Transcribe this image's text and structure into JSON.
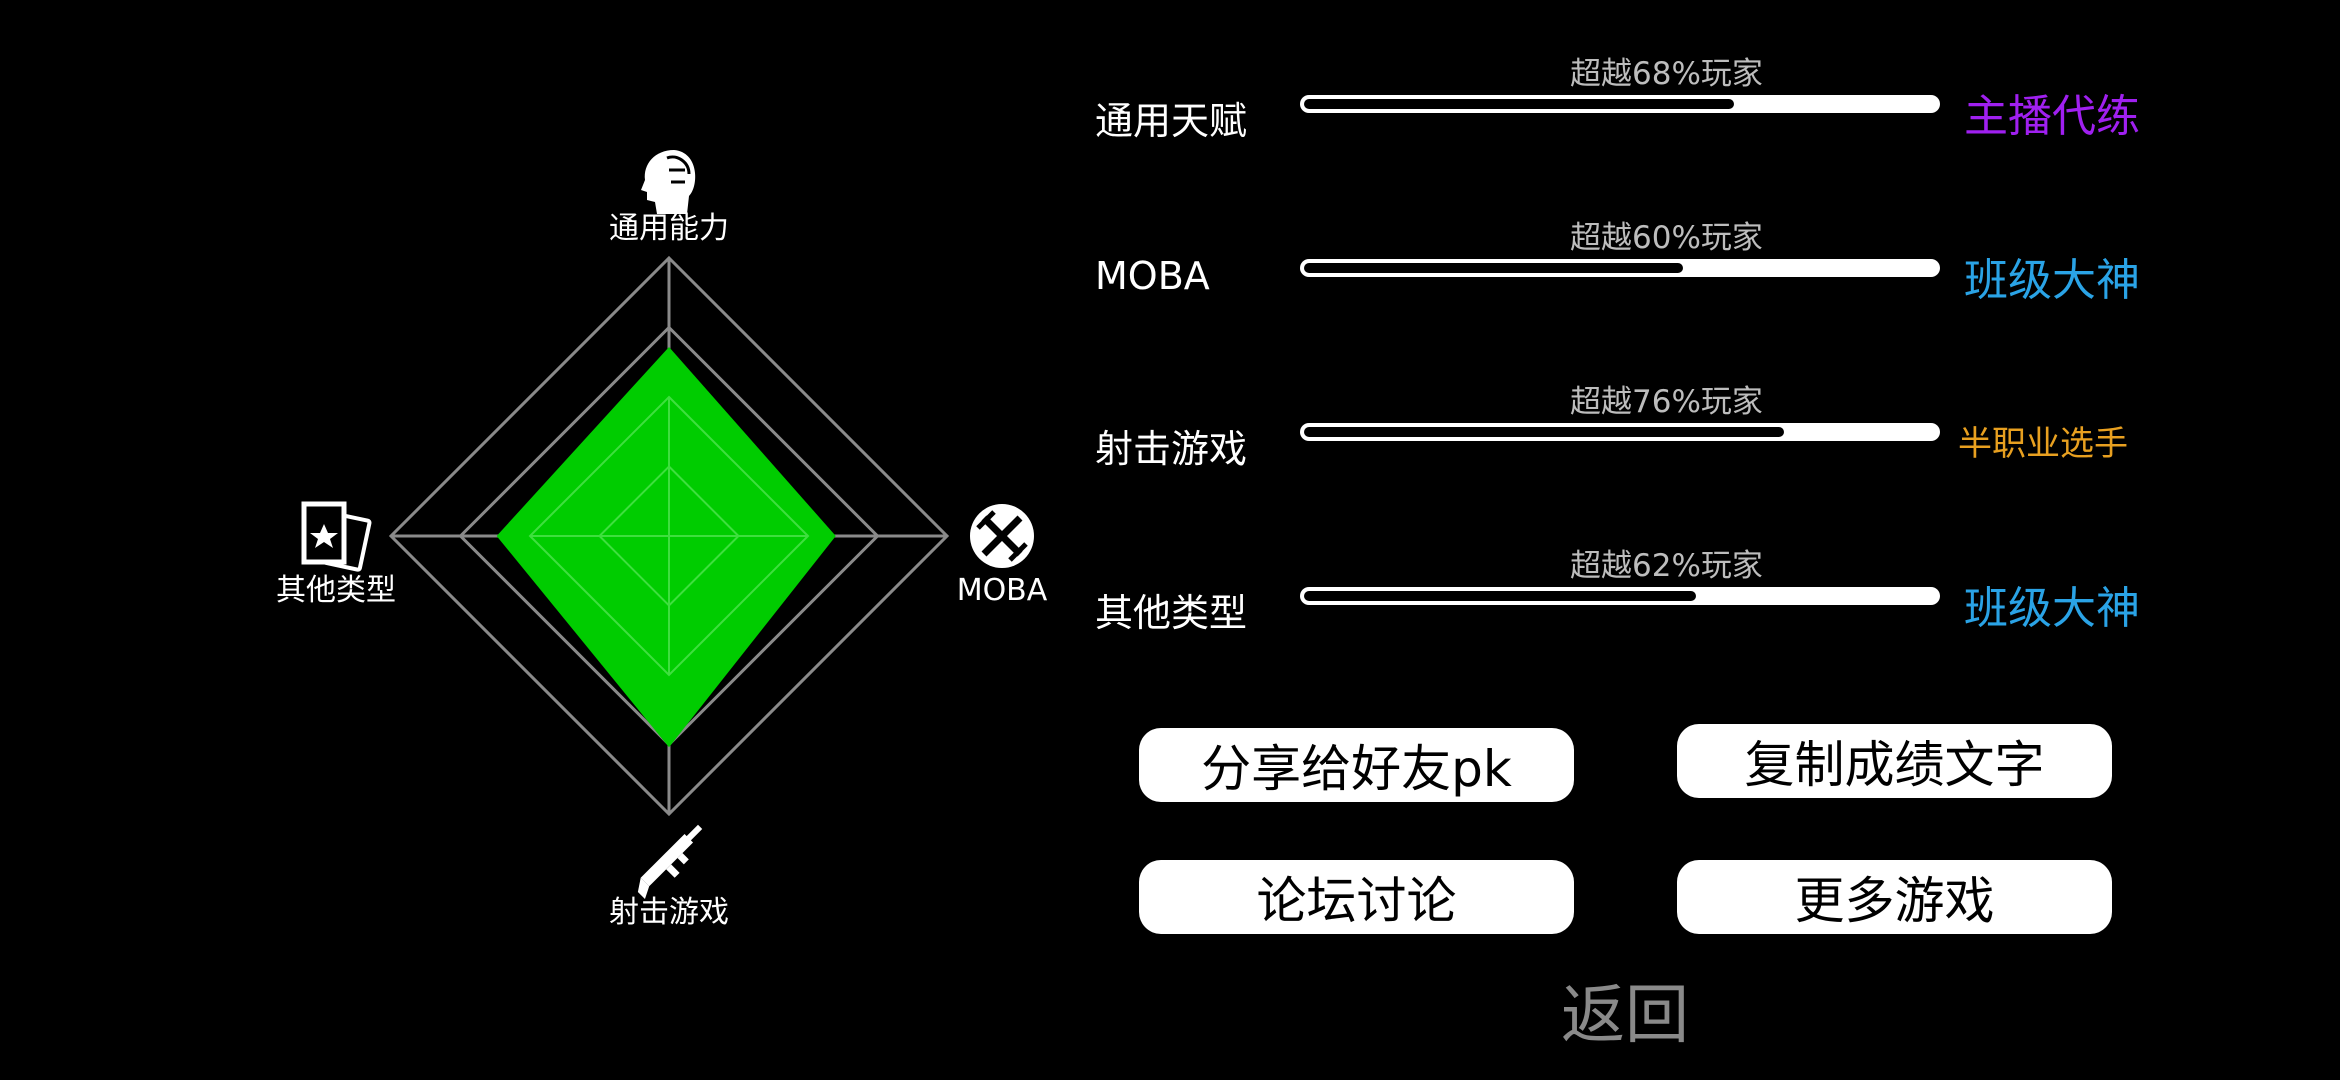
{
  "radar": {
    "max": 100,
    "axes": [
      {
        "key": "top",
        "label": "通用能力",
        "icon": "head-icon",
        "value": 68
      },
      {
        "key": "right",
        "label": "MOBA",
        "icon": "moba-swords-icon",
        "value": 60
      },
      {
        "key": "bottom",
        "label": "射击游戏",
        "icon": "rifle-icon",
        "value": 76
      },
      {
        "key": "left",
        "label": "其他类型",
        "icon": "cards-star-icon",
        "value": 62
      }
    ],
    "colors": {
      "fill": "#00cc00",
      "grid": "#8a8a8a",
      "inner_grid": "#3fdf3f",
      "text": "#ffffff"
    }
  },
  "stats": [
    {
      "name": "通用天赋",
      "percent_text": "超越68%玩家",
      "value": 68,
      "rank": "主播代练",
      "rank_color": "#a020f0"
    },
    {
      "name": "MOBA",
      "percent_text": "超越60%玩家",
      "value": 60,
      "rank": "班级大神",
      "rank_color": "#2aa3e6"
    },
    {
      "name": "射击游戏",
      "percent_text": "超越76%玩家",
      "value": 76,
      "rank": "半职业选手",
      "rank_color": "#e8a020"
    },
    {
      "name": "其他类型",
      "percent_text": "超越62%玩家",
      "value": 62,
      "rank": "班级大神",
      "rank_color": "#2aa3e6"
    }
  ],
  "buttons": {
    "share": "分享给好友pk",
    "copy": "复制成绩文字",
    "forum": "论坛讨论",
    "more": "更多游戏"
  },
  "back_label": "返回"
}
